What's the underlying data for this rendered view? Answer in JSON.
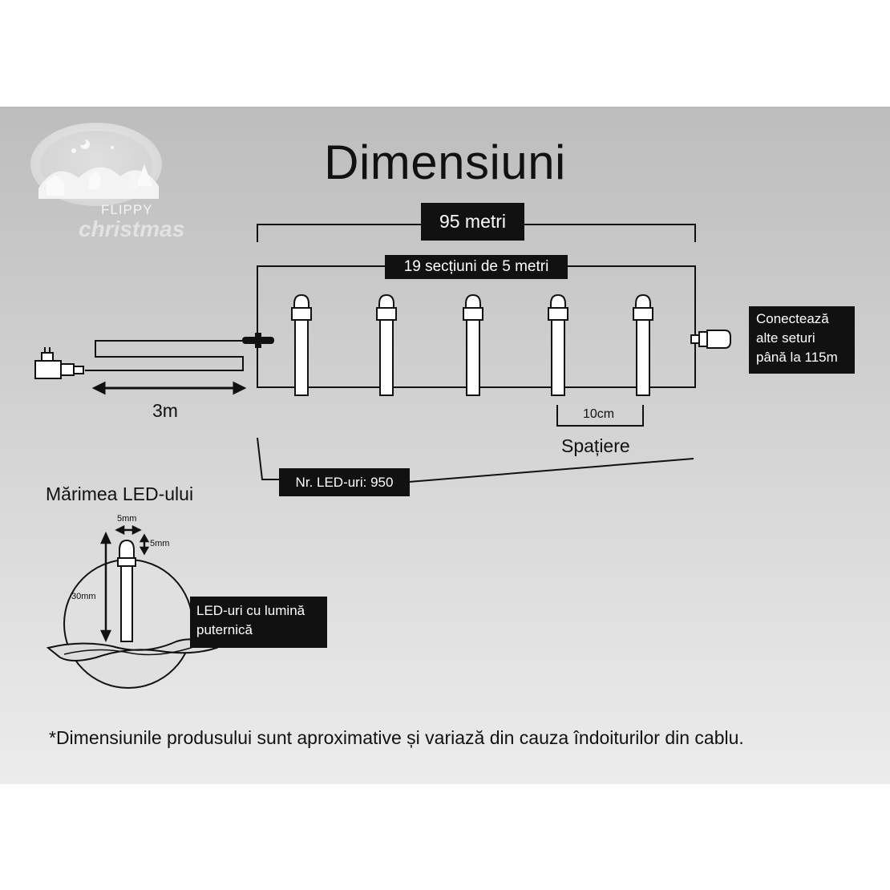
{
  "title": "Dimensiuni",
  "logo": {
    "brand_top": "FLIPPY",
    "brand_bottom": "christmas"
  },
  "total_length_label": "95 metri",
  "sections_label": "19 secțiuni de 5 metri",
  "connect_label": [
    "Conectează",
    "alte seturi",
    "până la 115m"
  ],
  "lead_cable_label": "3m",
  "spacing": {
    "value_label": "10cm",
    "caption": "Spațiere"
  },
  "led_count_label": "Nr. LED-uri: 950",
  "led_size": {
    "heading": "Mărimea LED-ului",
    "width_label": "5mm",
    "head_height_label": "5mm",
    "total_height_label": "30mm",
    "description": [
      "LED-uri cu lumină",
      "puternică"
    ]
  },
  "footnote": "*Dimensiunile produsului sunt aproximative și variază din cauza îndoiturilor din cablu.",
  "colors": {
    "panel_top": "#bdbdbd",
    "panel_bottom": "#ececec",
    "label_box": "#111111",
    "ink": "#111111"
  }
}
